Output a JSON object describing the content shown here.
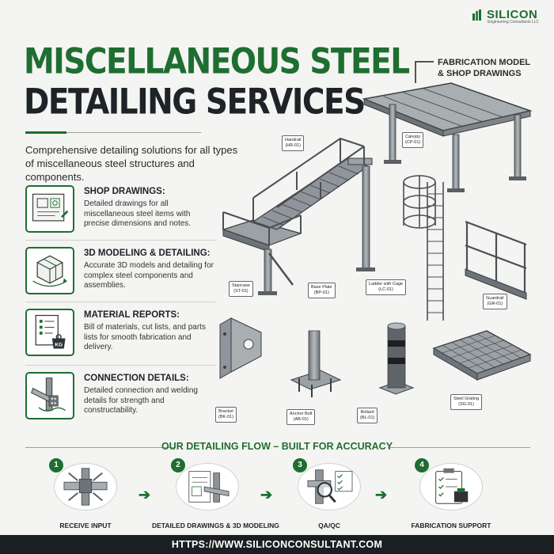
{
  "brand": {
    "name": "SILICON",
    "tagline": "Engineering Consultants LLC",
    "color": "#1f6e31"
  },
  "hero": {
    "title_line1": "MISCELLANEOUS STEEL",
    "title_line2": "DETAILING SERVICES",
    "subtitle": "Comprehensive detailing solutions for all types of miscellaneous steel structures and components."
  },
  "services": [
    {
      "icon": "blueprint-icon",
      "title": "SHOP DRAWINGS:",
      "desc": "Detailed drawings for all miscellaneous steel items with precise dimensions and notes."
    },
    {
      "icon": "cube-3d-icon",
      "title": "3D MODELING & DETAILING:",
      "desc": "Accurate 3D models and detailing for complex steel components and assemblies."
    },
    {
      "icon": "report-icon",
      "title": "MATERIAL REPORTS:",
      "desc": "Bill of materials, cut lists, and parts lists for smooth fabrication and delivery.",
      "badge": "KG"
    },
    {
      "icon": "connection-icon",
      "title": "CONNECTION DETAILS:",
      "desc": "Detailed connection and welding details for strength and constructability."
    }
  ],
  "model": {
    "label": "FABRICATION MODEL & SHOP DRAWINGS",
    "label_line1": "FABRICATION MODEL",
    "label_line2": "& SHOP DRAWINGS",
    "callouts": [
      {
        "name": "Handrail",
        "code": "(HR-01)"
      },
      {
        "name": "Canopy",
        "code": "(CP-01)"
      },
      {
        "name": "Staircase",
        "code": "(ST-01)"
      },
      {
        "name": "Base Plate",
        "code": "(BP-01)"
      },
      {
        "name": "Ladder with Cage",
        "code": "(LC-01)"
      },
      {
        "name": "Guardrail",
        "code": "(GR-01)"
      },
      {
        "name": "Bracket",
        "code": "(BK-01)"
      },
      {
        "name": "Anchor Bolt",
        "code": "(AB-01)"
      },
      {
        "name": "Bollard",
        "code": "(BL-01)"
      },
      {
        "name": "Steel Grating",
        "code": "(SG-01)"
      }
    ]
  },
  "flow": {
    "title": "OUR DETAILING FLOW – BUILT FOR ACCURACY",
    "steps": [
      {
        "num": "1",
        "label": "RECEIVE INPUT"
      },
      {
        "num": "2",
        "label": "DETAILED DRAWINGS & 3D MODELING"
      },
      {
        "num": "3",
        "label": "QA/QC"
      },
      {
        "num": "4",
        "label": "FABRICATION SUPPORT"
      }
    ]
  },
  "footer": {
    "url": "HTTPS://WWW.SILICONCONSULTANT.COM"
  }
}
